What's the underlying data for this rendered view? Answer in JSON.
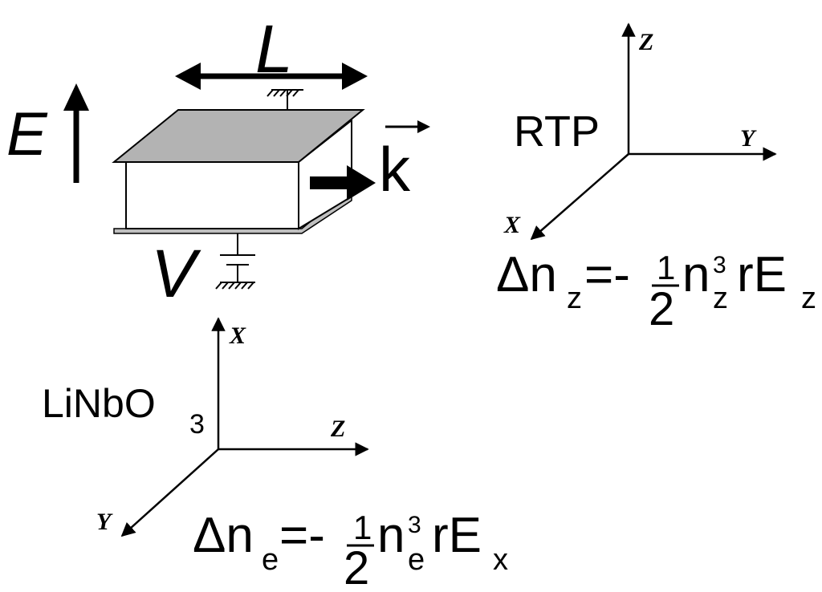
{
  "crystal": {
    "length_label": "L",
    "field_label": "E",
    "voltage_label": "V",
    "wavevector_label": "k",
    "top_face_color": "#b3b3b3",
    "side_face_color": "#ffffff",
    "electrode_color": "#bfbfbf"
  },
  "rtp": {
    "name": "RTP",
    "axis_z": "Z",
    "axis_y": "Y",
    "axis_x": "X",
    "equation": {
      "lhs": "Δn",
      "lhs_sub": "z",
      "equals": "=-",
      "frac_num": "1",
      "frac_den": "2",
      "n": "n",
      "n_sup": "3",
      "n_sub": "z",
      "rest": "rE",
      "e_sub": "z"
    }
  },
  "linbo3": {
    "name_main": "LiNbO",
    "name_sub": "3",
    "axis_x": "X",
    "axis_z": "Z",
    "axis_y": "Y",
    "equation": {
      "lhs": "Δn",
      "lhs_sub": "e",
      "equals": "=-",
      "frac_num": "1",
      "frac_den": "2",
      "n": "n",
      "n_sup": "3",
      "n_sub": "e",
      "rest": "rE",
      "e_sub": "x"
    }
  }
}
